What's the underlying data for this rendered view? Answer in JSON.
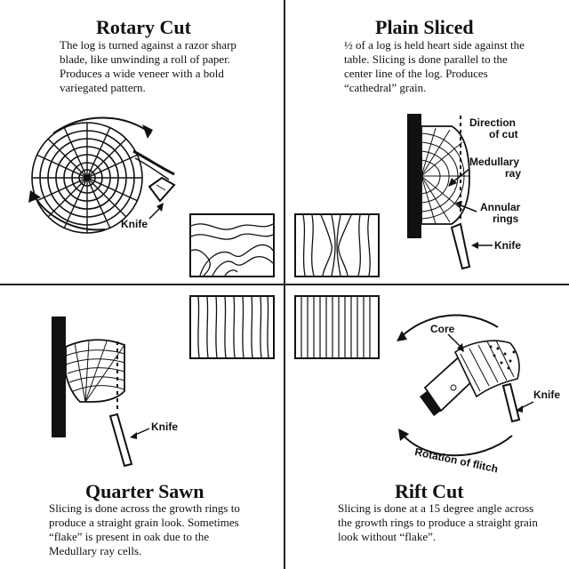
{
  "rotary": {
    "title": "Rotary Cut",
    "description": "The log is turned against a razor sharp blade, like unwinding a roll of paper.  Produces a wide veneer with a bold variegated pattern.",
    "knife_label": "Knife"
  },
  "plain": {
    "title": "Plain Sliced",
    "description": "½ of a log is held heart side against the table.  Slicing is done parallel to the center line of the log. Produces “cathedral” grain.",
    "direction_label_1": "Direction",
    "direction_label_2": "of cut",
    "medullary_label_1": "Medullary",
    "medullary_label_2": "ray",
    "annular_label_1": "Annular",
    "annular_label_2": "rings",
    "knife_label": "Knife"
  },
  "quarter": {
    "title": "Quarter Sawn",
    "description": "Slicing is done across the growth rings to produce a straight grain look. Sometimes “flake” is present in oak due to the Medullary ray cells.",
    "knife_label": "Knife"
  },
  "rift": {
    "title": "Rift Cut",
    "description": "Slicing is done at a 15 degree angle across the growth rings to produce a straight grain look without “flake”.",
    "core_label": "Core",
    "knife_label": "Knife",
    "rotation_label": "Rotation of flitch"
  }
}
